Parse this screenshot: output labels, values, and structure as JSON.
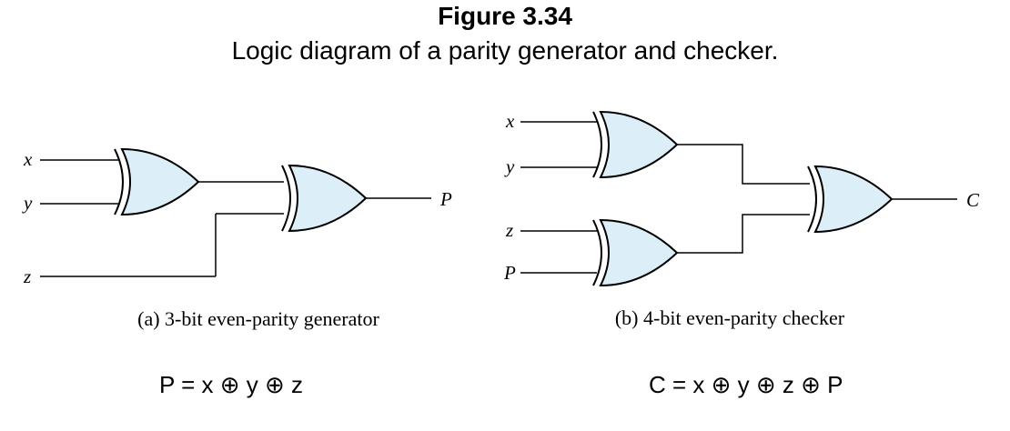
{
  "figure": {
    "number": "Figure 3.34",
    "caption": "Logic diagram of a parity generator and checker."
  },
  "diagram_a": {
    "inputs": [
      "x",
      "y",
      "z"
    ],
    "output": "P",
    "caption": "(a) 3-bit even-parity generator",
    "equation": "P = x ⊕ y ⊕ z"
  },
  "diagram_b": {
    "inputs": [
      "x",
      "y",
      "z",
      "P"
    ],
    "output": "C",
    "caption": "(b) 4-bit even-parity checker",
    "equation": "C = x ⊕ y ⊕ z ⊕ P"
  },
  "gate_color": "#dceef8"
}
